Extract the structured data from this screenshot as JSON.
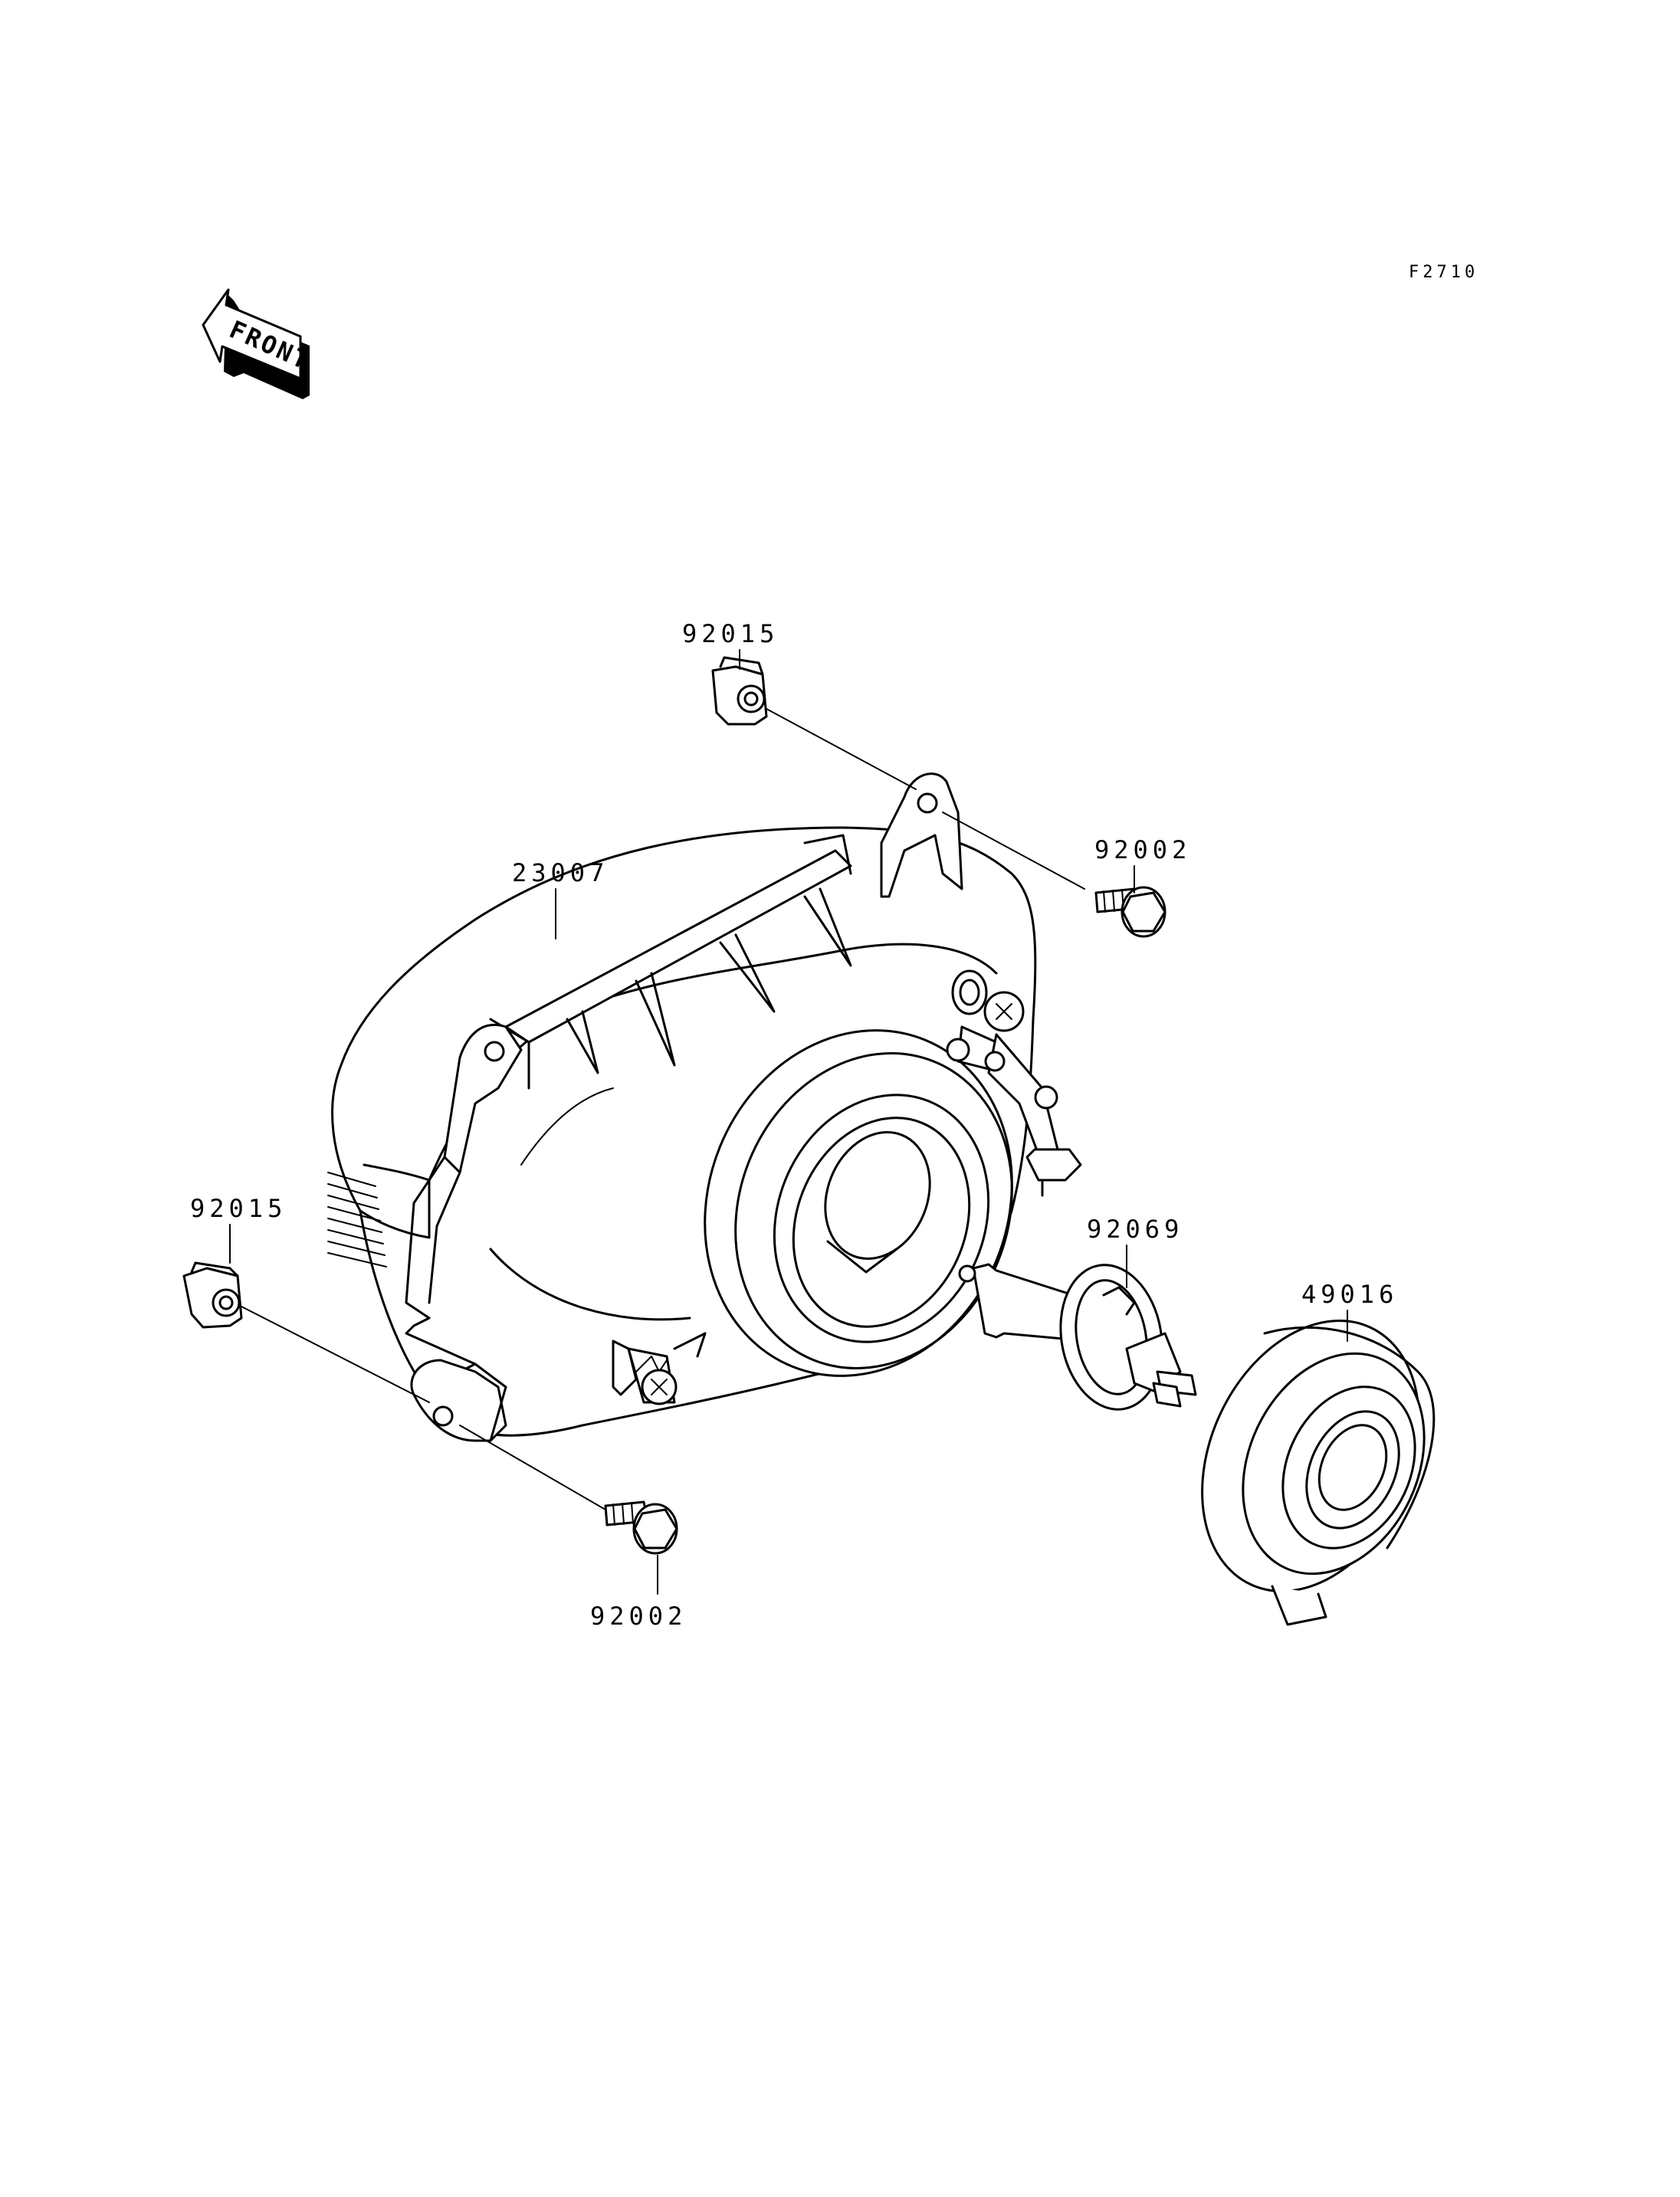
{
  "diagram": {
    "figure_code": "F2710",
    "front_label": "FRONT",
    "parts": [
      {
        "id": "clip-top",
        "number": "92015"
      },
      {
        "id": "bolt-top",
        "number": "92002"
      },
      {
        "id": "headlight-unit",
        "number": "23007"
      },
      {
        "id": "clip-left",
        "number": "92015"
      },
      {
        "id": "bulb",
        "number": "92069"
      },
      {
        "id": "boot",
        "number": "49016"
      },
      {
        "id": "bolt-bottom",
        "number": "92002"
      }
    ]
  }
}
